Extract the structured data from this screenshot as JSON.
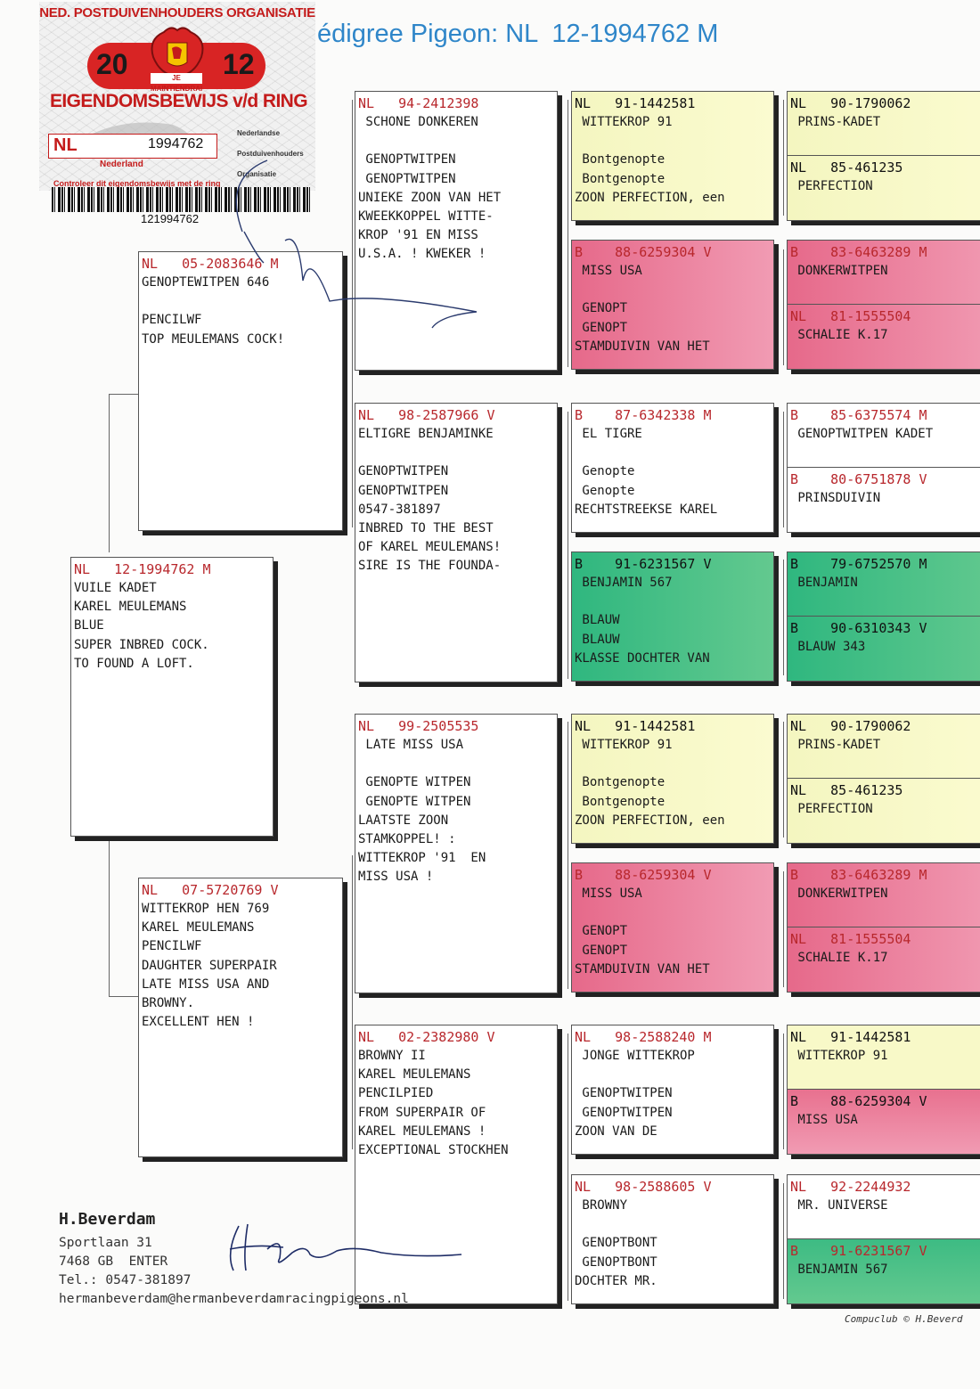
{
  "card": {
    "org": "NED. POSTDUIVENHOUDERS ORGANISATIE",
    "year_left": "20",
    "year_right": "12",
    "motto": "JE MAINTIENDRAI",
    "title": "EIGENDOMSBEWIJS v/d RING",
    "country": "NL",
    "ring": "1994762",
    "nederland": "Nederland",
    "npo": [
      "Nederlandse",
      "Postduivenhouders",
      "Organisatie"
    ],
    "control": "Controleer dit eigendomsbewijs met de ring",
    "barcode_number": "121994762"
  },
  "title": "édigree Pigeon: NL  12-1994762 M",
  "pigeons": {
    "subject": {
      "cc": "NL",
      "ring": "12-1994762",
      "sex": "M",
      "lines": [
        "VUILE KADET",
        "KAREL MEULEMANS",
        "BLUE",
        "SUPER INBRED COCK.",
        "TO FOUND A LOFT."
      ]
    },
    "sire": {
      "cc": "NL",
      "ring": "05-2083646",
      "sex": "M",
      "lines": [
        "GENOPTEWITPEN 646",
        "",
        "PENCILWF",
        "TOP MEULEMANS COCK!"
      ]
    },
    "dam": {
      "cc": "NL",
      "ring": "07-5720769",
      "sex": "V",
      "lines": [
        "WITTEKROP HEN 769",
        "KAREL MEULEMANS",
        "PENCILWF",
        "DAUGHTER SUPERPAIR",
        "LATE MISS USA AND",
        "BROWNY.",
        "EXCELLENT HEN !"
      ]
    },
    "ss": {
      "cc": "NL",
      "ring": "94-2412398",
      "sex": "",
      "lines": [
        " SCHONE DONKEREN",
        "",
        " GENOPTWITPEN",
        " GENOPTWITPEN",
        "UNIEKE ZOON VAN HET",
        "KWEEKKOPPEL WITTE-",
        "KROP '91 EN MISS",
        "U.S.A. ! KWEKER !"
      ]
    },
    "sd": {
      "cc": "NL",
      "ring": "98-2587966",
      "sex": "V",
      "lines": [
        "ELTIGRE BENJAMINKE",
        "",
        "GENOPTWITPEN",
        "GENOPTWITPEN",
        "0547-381897",
        "INBRED TO THE BEST",
        "OF KAREL MEULEMANS!",
        "SIRE IS THE FOUNDA-"
      ]
    },
    "ds": {
      "cc": "NL",
      "ring": "99-2505535",
      "sex": "",
      "lines": [
        " LATE MISS USA",
        "",
        " GENOPTE WITPEN",
        " GENOPTE WITPEN",
        "LAATSTE ZOON",
        "STAMKOPPEL! :",
        "WITTEKROP '91  EN",
        "MISS USA !"
      ]
    },
    "dd": {
      "cc": "NL",
      "ring": "02-2382980",
      "sex": "V",
      "lines": [
        "BROWNY II",
        "KAREL MEULEMANS",
        "PENCILPIED",
        "FROM SUPERPAIR OF",
        "KAREL MEULEMANS !",
        "EXCEPTIONAL STOCKHEN"
      ]
    },
    "sss": {
      "cc": "NL",
      "ring": "91-1442581",
      "sex": "",
      "lines": [
        " WITTEKROP 91",
        "",
        " Bontgenopte",
        " Bontgenopte",
        "ZOON PERFECTION, een"
      ]
    },
    "ssd": {
      "cc": "B",
      "ring": "88-6259304",
      "sex": "V",
      "lines": [
        " MISS USA",
        "",
        " GENOPT",
        " GENOPT",
        "STAMDUIVIN VAN HET"
      ]
    },
    "sds": {
      "cc": "B",
      "ring": "87-6342338",
      "sex": "M",
      "lines": [
        " EL TIGRE",
        "",
        " Genopte",
        " Genopte",
        "RECHTSTREEKSE KAREL"
      ]
    },
    "sdd": {
      "cc": "B",
      "ring": "91-6231567",
      "sex": "V",
      "lines": [
        " BENJAMIN 567",
        "",
        " BLAUW",
        " BLAUW",
        "KLASSE DOCHTER VAN"
      ]
    },
    "dss": {
      "cc": "NL",
      "ring": "91-1442581",
      "sex": "",
      "lines": [
        " WITTEKROP 91",
        "",
        " Bontgenopte",
        " Bontgenopte",
        "ZOON PERFECTION, een"
      ]
    },
    "dsd": {
      "cc": "B",
      "ring": "88-6259304",
      "sex": "V",
      "lines": [
        " MISS USA",
        "",
        " GENOPT",
        " GENOPT",
        "STAMDUIVIN VAN HET"
      ]
    },
    "dds": {
      "cc": "NL",
      "ring": "98-2588240",
      "sex": "M",
      "lines": [
        " JONGE WITTEKROP",
        "",
        " GENOPTWITPEN",
        " GENOPTWITPEN",
        "ZOON VAN DE"
      ]
    },
    "ddd": {
      "cc": "NL",
      "ring": "98-2588605",
      "sex": "V",
      "lines": [
        " BROWNY",
        "",
        " GENOPTBONT",
        " GENOPTBONT",
        "DOCHTER MR."
      ]
    },
    "g1": {
      "cc": "NL",
      "ring": "90-1790062",
      "sex": "",
      "name": "PRINS-KADET"
    },
    "g2": {
      "cc": "NL",
      "ring": "85-461235",
      "sex": "",
      "name": "PERFECTION"
    },
    "g3": {
      "cc": "B",
      "ring": "83-6463289",
      "sex": "M",
      "name": "DONKERWITPEN"
    },
    "g4": {
      "cc": "NL",
      "ring": "81-1555504",
      "sex": "",
      "name": "SCHALIE K.17"
    },
    "g5": {
      "cc": "B",
      "ring": "85-6375574",
      "sex": "M",
      "name": "GENOPTWITPEN KADET"
    },
    "g6": {
      "cc": "B",
      "ring": "80-6751878",
      "sex": "V",
      "name": "PRINSDUIVIN"
    },
    "g7": {
      "cc": "B",
      "ring": "79-6752570",
      "sex": "M",
      "name": "BENJAMIN"
    },
    "g8": {
      "cc": "B",
      "ring": "90-6310343",
      "sex": "V",
      "name": "BLAUW 343"
    },
    "g9": {
      "cc": "NL",
      "ring": "90-1790062",
      "sex": "",
      "name": "PRINS-KADET"
    },
    "g10": {
      "cc": "NL",
      "ring": "85-461235",
      "sex": "",
      "name": "PERFECTION"
    },
    "g11": {
      "cc": "B",
      "ring": "83-6463289",
      "sex": "M",
      "name": "DONKERWITPEN"
    },
    "g12": {
      "cc": "NL",
      "ring": "81-1555504",
      "sex": "",
      "name": "SCHALIE K.17"
    },
    "g13": {
      "cc": "NL",
      "ring": "91-1442581",
      "sex": "",
      "name": "WITTEKROP 91"
    },
    "g14": {
      "cc": "B",
      "ring": "88-6259304",
      "sex": "V",
      "name": "MISS USA"
    },
    "g15": {
      "cc": "NL",
      "ring": "92-2244932",
      "sex": "",
      "name": "MR. UNIVERSE"
    },
    "g16": {
      "cc": "B",
      "ring": "91-6231567",
      "sex": "V",
      "name": "BENJAMIN 567"
    }
  },
  "owner": {
    "name": "H.Beverdam",
    "street": "Sportlaan 31",
    "city": "7468 GB  ENTER",
    "tel": "Tel.: 0547-381897",
    "email": "hermanbeverdam@hermanbeverdamracingpigeons.nl"
  },
  "footer": "Compuclub © H.Beverd"
}
